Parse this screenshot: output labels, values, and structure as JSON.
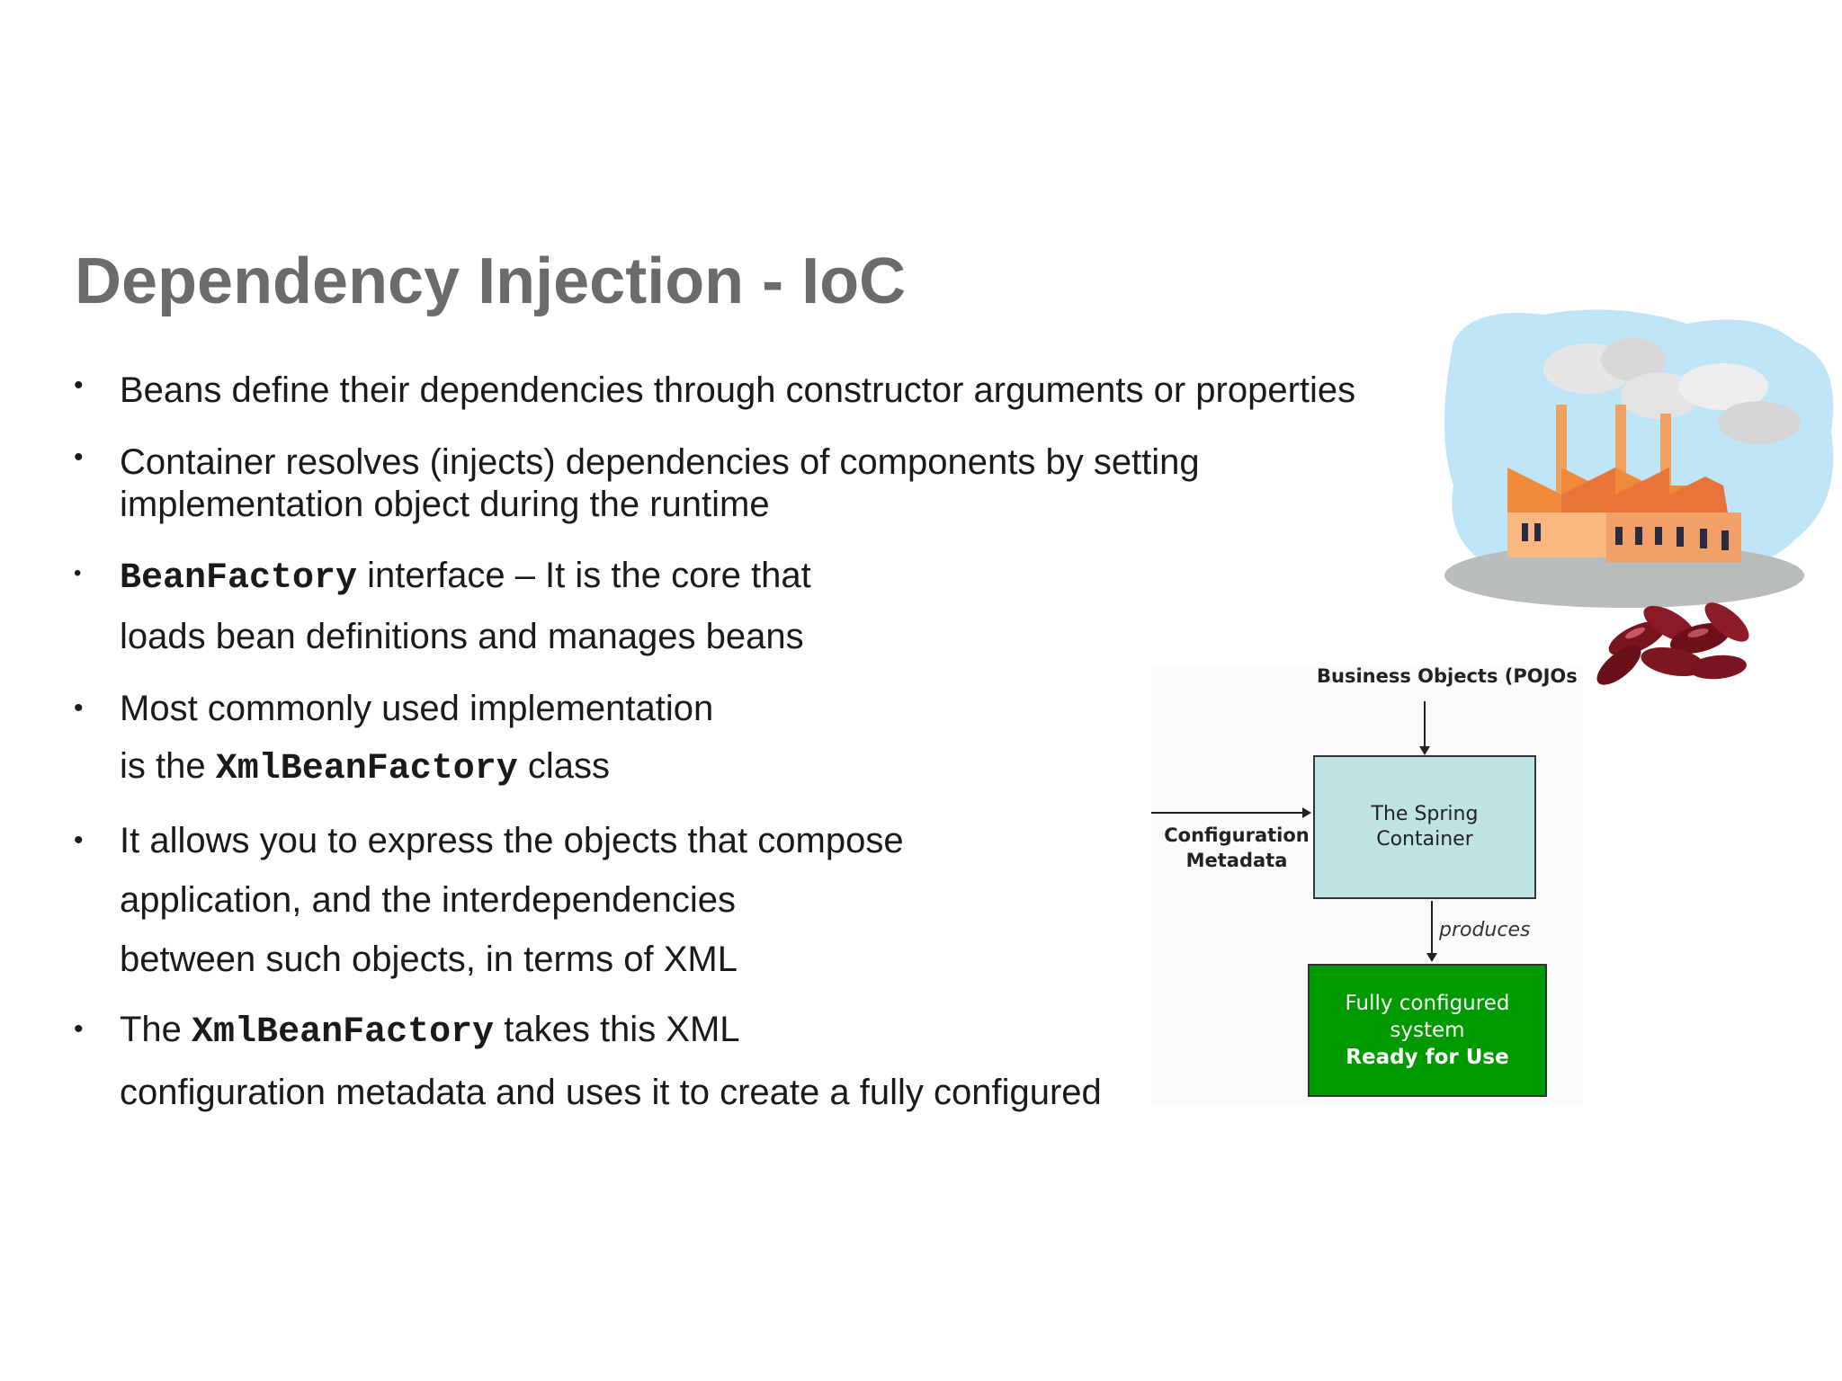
{
  "slide": {
    "title": "Dependency Injection - IoC"
  },
  "bullets": {
    "b1": {
      "line1": "Beans define their dependencies through constructor arguments or properties"
    },
    "b2": {
      "line1": "Container resolves (injects) dependencies of components by setting",
      "line2": "implementation object during the runtime"
    },
    "b3": {
      "code": "BeanFactory",
      "line1_rest": " interface – It is the core that",
      "line2": "loads bean definitions and manages beans"
    },
    "b4": {
      "line1": "Most commonly used implementation",
      "line2_pre": "is the ",
      "code": "XmlBeanFactory",
      "line2_post": " class"
    },
    "b5": {
      "line1": "It allows you to express the objects that compose",
      "line2": "application, and the interdependencies",
      "line3": "between such objects, in terms of XML"
    },
    "b6": {
      "line1_pre": "The ",
      "code": "XmlBeanFactory",
      "line1_post": " takes this XML",
      "line2": "configuration metadata and uses it to create a fully configured"
    }
  },
  "diagram": {
    "business_objects": "Business Objects (POJOs",
    "config_line1": "Configuration",
    "config_line2": "Metadata",
    "spring_line1": "The Spring",
    "spring_line2": "Container",
    "produces": "produces",
    "system_line1": "Fully configured system",
    "system_line2": "Ready for Use",
    "colors": {
      "spring_box": "#bfe2e2",
      "system_box": "#009a00"
    }
  },
  "illustration": {
    "icon": "factory-with-beans"
  }
}
